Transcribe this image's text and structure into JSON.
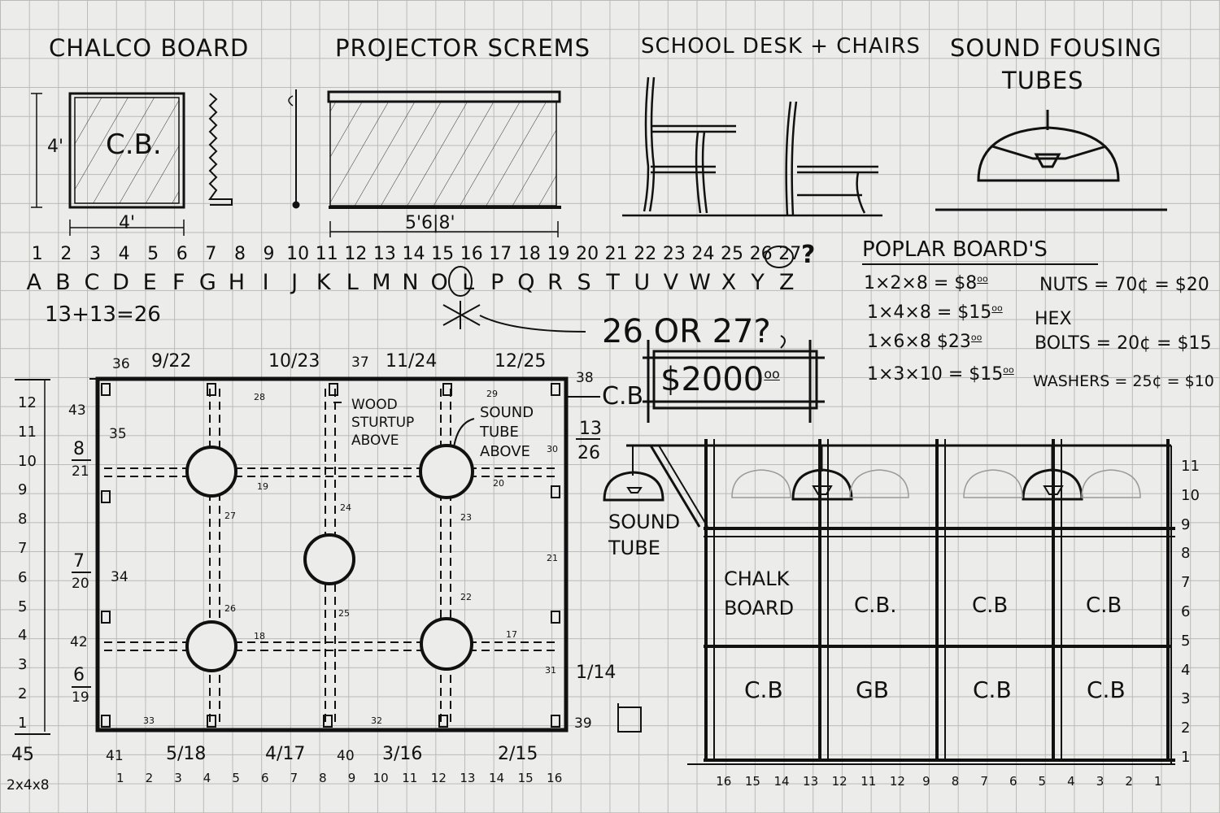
{
  "titles": {
    "chalk": "CHALCO BOARD",
    "projector": "PROJECTOR SCREMS",
    "desk": "SCHOOL DESK + CHAIRS",
    "sound1": "SOUND FOUSING",
    "sound2": "TUBES"
  },
  "chalk_sketch": {
    "label": "C.B.",
    "height": "4'",
    "width": "4'"
  },
  "screen_sketch": {
    "dim": "5'6|8'"
  },
  "ruler_numbers": [
    "1",
    "2",
    "3",
    "4",
    "5",
    "6",
    "7",
    "8",
    "9",
    "10",
    "11",
    "12",
    "13",
    "14",
    "15",
    "16",
    "17",
    "18",
    "19",
    "20",
    "21",
    "22",
    "23",
    "24",
    "25",
    "26",
    "27"
  ],
  "ruler_letters": [
    "A",
    "B",
    "C",
    "D",
    "E",
    "F",
    "G",
    "H",
    "I",
    "J",
    "K",
    "L",
    "M",
    "N",
    "O",
    "L",
    "P",
    "Q",
    "R",
    "S",
    "T",
    "U",
    "V",
    "W",
    "X",
    "Y",
    "Z"
  ],
  "question_mark": "?",
  "equation": "13+13=26",
  "callout": "26 OR 27?",
  "price": "$2000",
  "price_cents": "oo",
  "poplar": {
    "title": "POPLAR BOARD'S",
    "items": [
      "1×2×8 = $8",
      "1×4×8 = $15",
      "1×6×8  $23",
      "1×3×10 = $15"
    ],
    "cents": [
      "oo",
      "oo",
      "oo",
      "oo"
    ]
  },
  "hardware": {
    "nuts": "NUTS = 70¢ = $20",
    "hex": "HEX",
    "bolts": "BOLTS = 20¢ = $15",
    "washers": "WASHERS = 25¢ = $10"
  },
  "plan": {
    "top_labels": [
      "36",
      "9/22",
      "10/23",
      "37",
      "11/24",
      "12/25",
      "38"
    ],
    "bottom_labels": [
      "41",
      "5/18",
      "4/17",
      "40",
      "3/16",
      "2/15",
      "39"
    ],
    "left_labels": [
      "43",
      "35",
      "8",
      "21",
      "34",
      "7",
      "20",
      "42",
      "6",
      "19"
    ],
    "right_labels": [
      "13",
      "26",
      "30",
      "1/14",
      "31"
    ],
    "bottom_numbers": [
      "1",
      "2",
      "3",
      "4",
      "5",
      "6",
      "7",
      "8",
      "9",
      "10",
      "11",
      "12",
      "13",
      "14",
      "15",
      "16"
    ],
    "side_numbers": [
      "12",
      "11",
      "10",
      "9",
      "8",
      "7",
      "6",
      "5",
      "4",
      "3",
      "2",
      "1"
    ],
    "wood_note": "WOOD\nSTURTUP\nABOVE",
    "tube_note": "SOUND\nTUBE\nABOVE",
    "cb": "C.B",
    "stud_numbers": [
      "28",
      "29",
      "19",
      "20",
      "27",
      "24",
      "23",
      "21",
      "26",
      "25",
      "22",
      "18",
      "17",
      "33",
      "32"
    ],
    "corner": "45",
    "lumber": "2x4x8"
  },
  "elevation": {
    "sound_tube": "SOUND\nTUBE",
    "chalk_board": "CHALK\nBOARD",
    "panels": [
      "C.B.",
      "C.B",
      "C.B",
      "C.B",
      "GB",
      "C.B",
      "C.B"
    ],
    "bottom_numbers": [
      "16",
      "15",
      "14",
      "13",
      "12",
      "11",
      "12",
      "9",
      "8",
      "7",
      "6",
      "5",
      "4",
      "3",
      "2",
      "1"
    ],
    "right_numbers": [
      "11",
      "10",
      "9",
      "8",
      "7",
      "6",
      "5",
      "4",
      "3",
      "2",
      "1"
    ]
  }
}
